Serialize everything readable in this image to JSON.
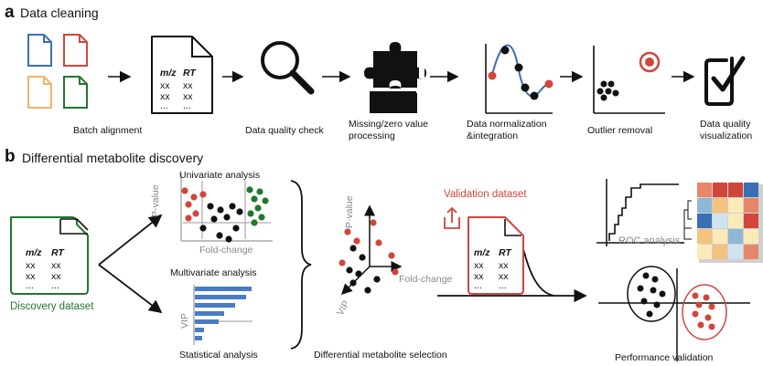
{
  "panel_a": {
    "letter": "a",
    "title": "Data cleaning",
    "steps": {
      "batch": "Batch alignment",
      "quality_check": "Data quality check",
      "missing_1": "Missing/zero value",
      "missing_2": "processing",
      "normalization_1": "Data normalization",
      "normalization_2": "&integration",
      "outlier": "Outlier removal",
      "visual_1": "Data quality",
      "visual_2": "visualization"
    },
    "table": {
      "mz": "m/z",
      "rt": "RT",
      "cell": "xx",
      "ellipsis": "..."
    }
  },
  "panel_b": {
    "letter": "b",
    "title": "Differential metabolite discovery",
    "discovery_dataset": "Discovery dataset",
    "univariate": "Univariate analysis",
    "pvalue": "P-value",
    "foldchange": "Fold-change",
    "multivariate": "Multivariate analysis",
    "vip": "VIP",
    "statistical": "Statistical analysis",
    "validation_dataset": "Validation dataset",
    "diff_selection": "Differential metabolite selection",
    "roc": "ROC analysis",
    "performance": "Performance validation",
    "table": {
      "mz": "m/z",
      "rt": "RT",
      "cell": "xx",
      "ellipsis": "..."
    }
  },
  "colors": {
    "red": "#d0463b",
    "green": "#22772f",
    "blue": "#3a6fb5",
    "orange": "#f0b36a",
    "vip_bar": "#4a7cc4",
    "gray": "#888888"
  }
}
